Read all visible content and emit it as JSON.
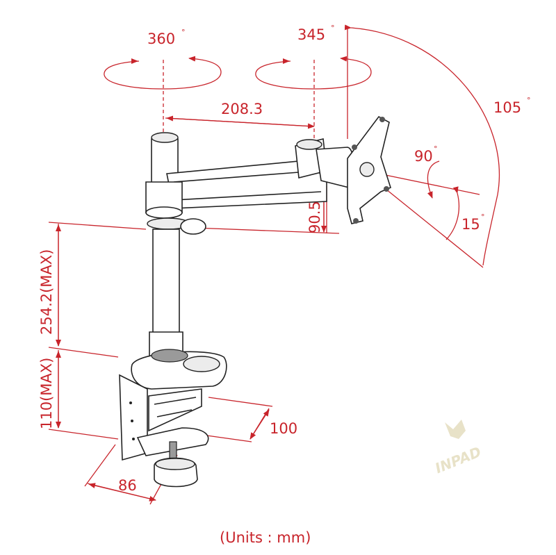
{
  "rotations": {
    "pole": "360",
    "arm": "345",
    "tilt_total": "105",
    "swivel": "90",
    "tilt_down": "15",
    "degree_symbol": "°"
  },
  "dimensions": {
    "arm_length": "208.3",
    "head_height": "90.5",
    "pole_height": "254.2(MAX)",
    "clamp_opening": "110(MAX)",
    "clamp_depth": "100",
    "clamp_width": "86"
  },
  "units": "(Units : mm)",
  "logo": {
    "text": "INPAD",
    "color": "#e8e2c8"
  },
  "colors": {
    "dimension": "#c8242b",
    "line_art": "#222222"
  }
}
